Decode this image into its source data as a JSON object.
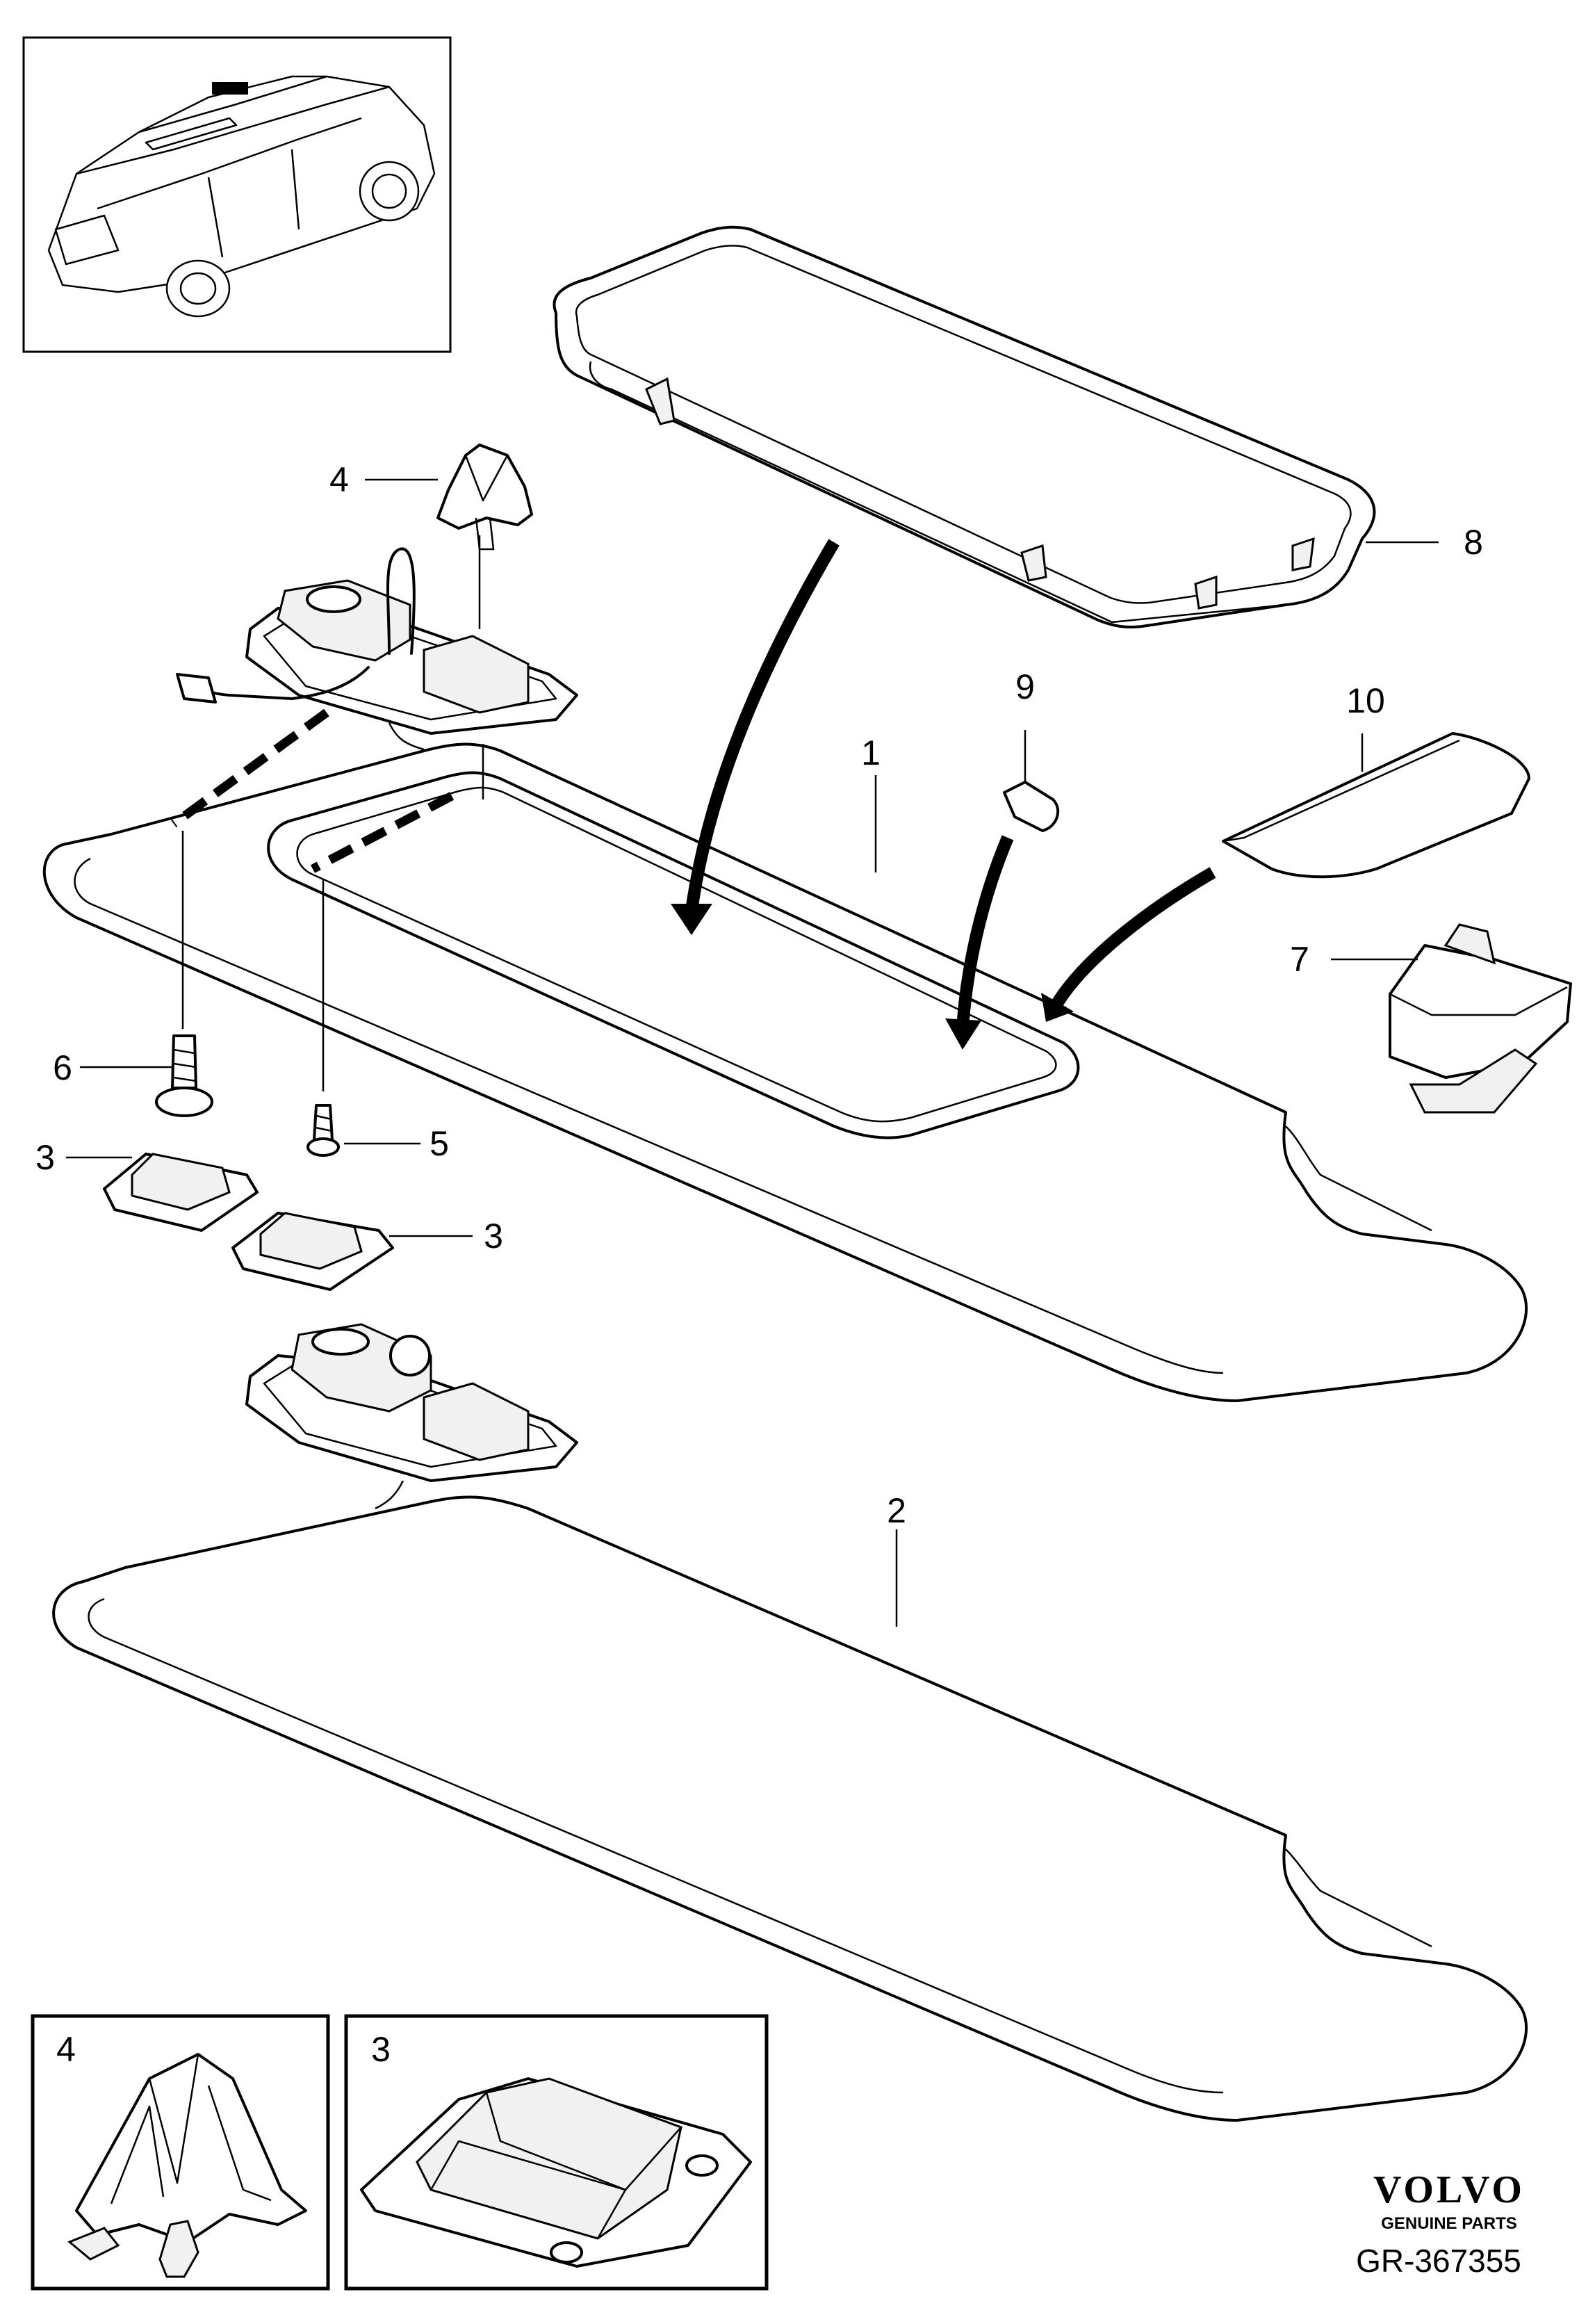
{
  "diagram": {
    "callouts": {
      "c1": "1",
      "c2": "2",
      "c3a": "3",
      "c3b": "3",
      "c4": "4",
      "c5": "5",
      "c6": "6",
      "c7": "7",
      "c8": "8",
      "c9": "9",
      "c10": "10"
    },
    "inset_labels": {
      "detail_4": "4",
      "detail_3": "3"
    }
  },
  "brand": {
    "logo_text": "VOLVO",
    "tagline": "GENUINE PARTS",
    "document_number": "GR-367355"
  }
}
